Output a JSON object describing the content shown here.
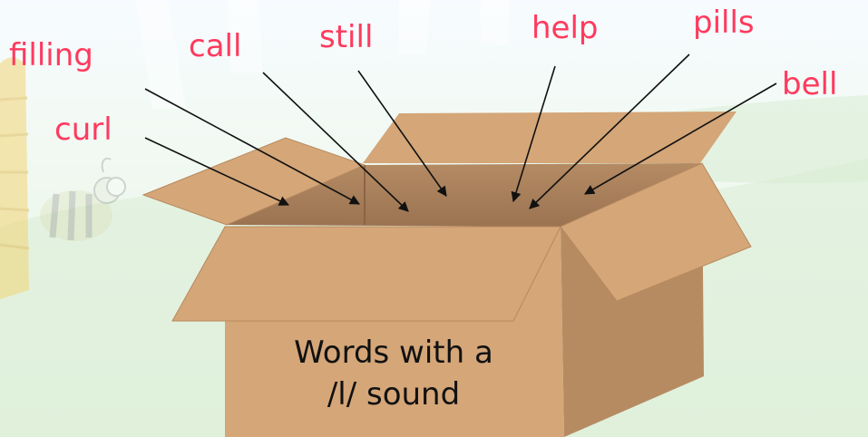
{
  "words": {
    "filling": "filling",
    "call": "call",
    "still": "still",
    "help": "help",
    "pills": "pills",
    "bell": "bell",
    "curl": "curl"
  },
  "box_label": {
    "line1": "Words with a",
    "line2": "/l/ sound"
  },
  "colors": {
    "word_text": "#ff3a5e",
    "box_light": "#d4a678",
    "box_dark": "#8f6a4a",
    "label_text": "#111111"
  }
}
